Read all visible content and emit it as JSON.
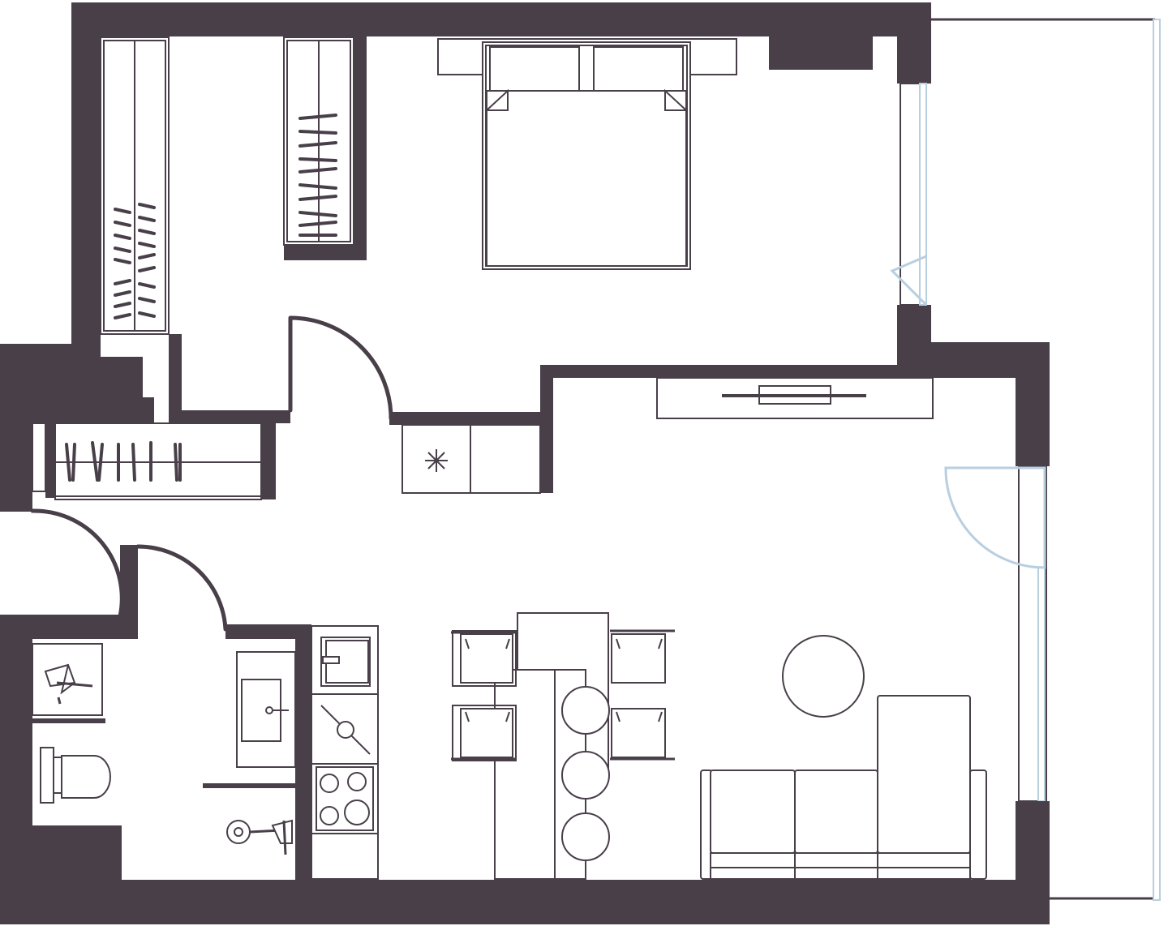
{
  "plan": {
    "type": "floor-plan",
    "colors": {
      "wall": "#483f49",
      "line": "#483f49",
      "glass": "#b8cfe0",
      "background": "#ffffff"
    },
    "spaces": [
      "bedroom",
      "walk-in-closet",
      "hallway",
      "bathroom",
      "living-kitchen",
      "balcony"
    ],
    "furniture": {
      "bed": 1,
      "wardrobes": 3,
      "dining_chairs": 4,
      "bar_stools": 3,
      "sofa_modules": 3,
      "round_table": 1,
      "tv_unit": 1
    },
    "icons": [
      "bed-icon",
      "wardrobe-icon",
      "toilet-icon",
      "shower-icon",
      "sink-icon",
      "hob-icon",
      "fridge-icon",
      "sofa-icon",
      "chair-icon",
      "door-swing-icon"
    ]
  }
}
